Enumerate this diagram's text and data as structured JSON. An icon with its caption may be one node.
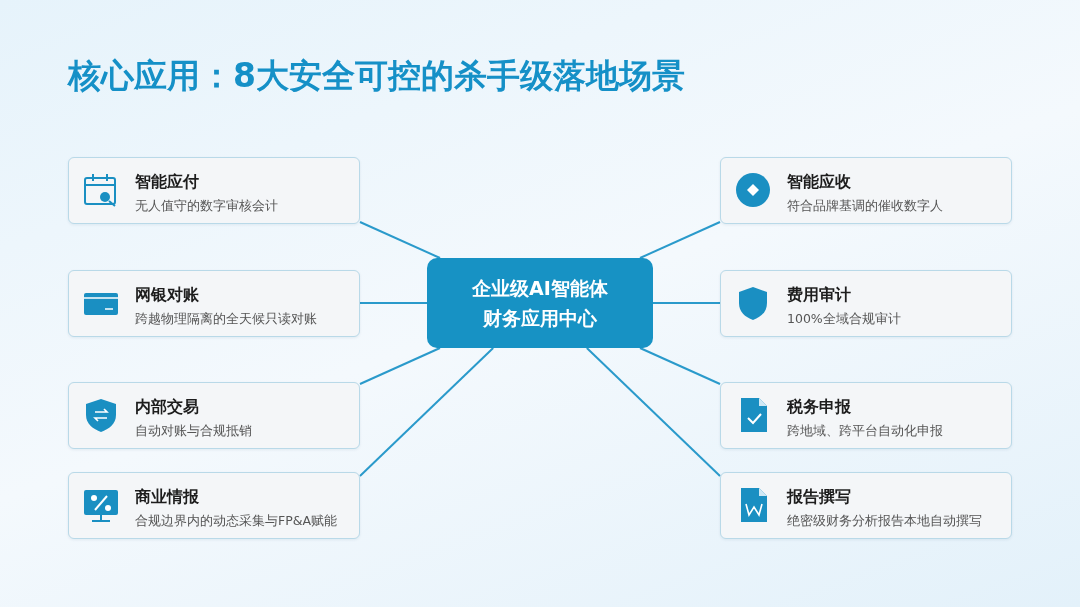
{
  "diagram": {
    "title": "核心应用：8大安全可控的杀手级落地场景",
    "nodes": [
      {
        "text": [
          "企业级AI智能体财务应用中心"
        ]
      },
      {
        "text": [
          "智能应付",
          "无人值守的数字审核会计"
        ]
      },
      {
        "text": [
          "网银对账",
          "跨越物理隔离的全天候只读对账"
        ]
      },
      {
        "text": [
          "内部交易",
          "自动对账与合规抵销"
        ]
      },
      {
        "text": [
          "商业情报",
          "合规边界内的动态采集与FP&A赋能"
        ]
      },
      {
        "text": [
          "智能应收",
          "符合品牌基调的催收数字人"
        ]
      },
      {
        "text": [
          "费用审计",
          "100%全域合规审计"
        ]
      },
      {
        "text": [
          "税务申报",
          "跨地域、跨平台自动化申报"
        ]
      },
      {
        "text": [
          "报告撰写",
          "绝密级财务分析报告本地自动撰写"
        ]
      }
    ],
    "edges": [
      {
        "from": 0,
        "to": 1,
        "arrow": "none"
      },
      {
        "from": 0,
        "to": 2,
        "arrow": "none"
      },
      {
        "from": 0,
        "to": 3,
        "arrow": "none"
      },
      {
        "from": 0,
        "to": 4,
        "arrow": "none"
      },
      {
        "from": 0,
        "to": 5,
        "arrow": "none"
      },
      {
        "from": 0,
        "to": 6,
        "arrow": "none"
      },
      {
        "from": 0,
        "to": 7,
        "arrow": "none"
      },
      {
        "from": 0,
        "to": 8,
        "arrow": "none"
      }
    ]
  }
}
